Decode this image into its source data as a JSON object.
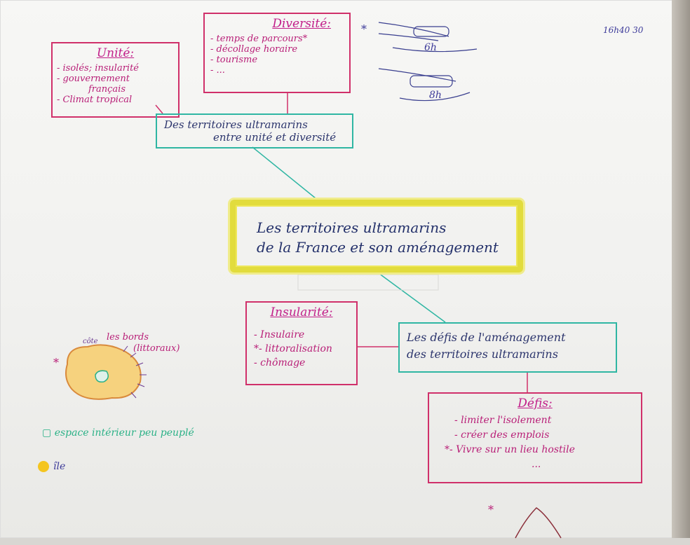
{
  "header": {
    "date": "16h40 30"
  },
  "unite": {
    "title": "Unité:",
    "items": [
      "- isolés; insularité",
      "- gouvernement",
      "français",
      "- Climat tropical"
    ]
  },
  "diversite": {
    "title": "Diversité:",
    "items": [
      "- temps de parcours*",
      "- décollage horaire",
      "- tourisme",
      "- ..."
    ]
  },
  "flight_note": {
    "star": "*",
    "time1": "6h",
    "time2": "8h"
  },
  "link_box": {
    "line1": "Des territoires ultramarins",
    "line2": "entre unité et diversité"
  },
  "center_box": {
    "line1": "Les territoires ultramarins",
    "line2": "de la France et son aménagement"
  },
  "insularite": {
    "title": "Insularité:",
    "items": [
      "- Insulaire",
      "*- littoralisation",
      "- chômage"
    ]
  },
  "defis_link": {
    "line1": "Les défis de l'aménagement",
    "line2": "des territoires ultramarins"
  },
  "defis": {
    "title": "Défis:",
    "items": [
      "- limiter l'isolement",
      "- créer des emplois",
      "*- Vivre sur un lieu hostile",
      "..."
    ]
  },
  "island_sketch": {
    "star": "*",
    "label_small": "côte",
    "label": "les bords",
    "label2": "(littoraux)"
  },
  "legend": {
    "interior": "espace intérieur peu peuplé",
    "island": "île"
  },
  "bottom_star": "*",
  "colors": {
    "magenta": "#d0306a",
    "teal": "#2fb6a3",
    "yellow": "#e2dc3d",
    "ink": "#2c356d",
    "green": "#2bb187"
  }
}
